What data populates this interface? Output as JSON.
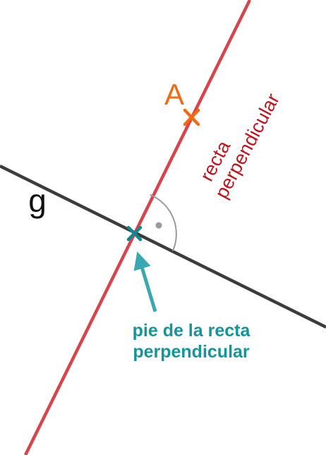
{
  "labels": {
    "line_g": "g",
    "point_a": "A",
    "perpendicular_line": [
      "recta",
      "perpendicular"
    ],
    "foot": [
      "pie de la recta",
      "perpendicular"
    ]
  },
  "colors": {
    "line_g": "#3c3c3c",
    "perpendicular_line": "#d9434c",
    "perpendicular_label": "#c0141e",
    "point_a": "#f26a11",
    "foot_marker": "#13878a",
    "foot_label": "#13959a",
    "arrow": "#3aa8b0",
    "angle_mark": "#9a9a9a"
  },
  "icons": {
    "point_a": "cross-marker",
    "foot": "cross-marker",
    "right_angle": "arc-with-dot"
  }
}
